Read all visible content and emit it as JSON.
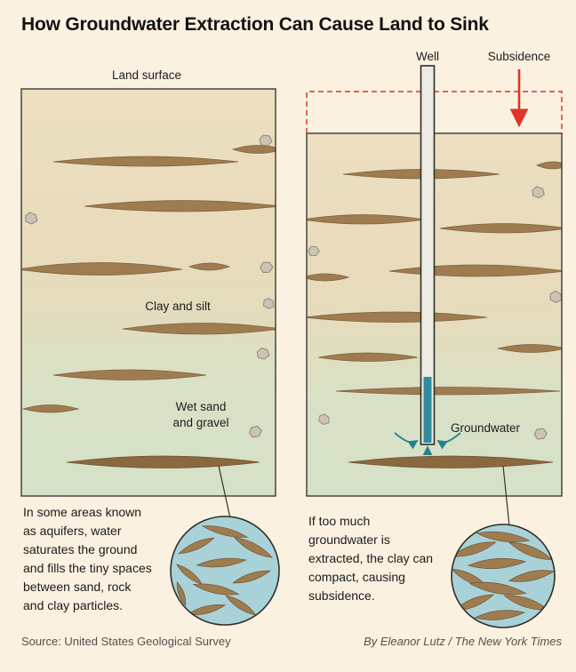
{
  "title": "How Groundwater Extraction Can Cause Land to Sink",
  "colors": {
    "background": "#FAF1E0",
    "subsidence_red": "#E13327",
    "groundwater_teal": "#27818F",
    "clay_brown": "#9E7C50",
    "sand_tan": "#E8DBBB",
    "wet_green": "#D7E1C8",
    "inset_water_blue": "#A9D2D8"
  },
  "panels": {
    "left": {
      "land_surface_label": "Land surface",
      "clay_silt_label": "Clay and silt",
      "wet_sand_lines": [
        "Wet sand",
        "and gravel"
      ],
      "caption": "In some areas known\nas aquifers, water\nsaturates the ground\nand fills the tiny spaces\nbetween sand, rock\nand clay particles."
    },
    "right": {
      "well_label": "Well",
      "subsidence_label": "Subsidence",
      "groundwater_label": "Groundwater",
      "caption": "If too much\ngroundwater is\nextracted, the clay can\ncompact, causing\nsubsidence."
    }
  },
  "footer": {
    "source": "Source: United States Geological Survey",
    "byline": "By Eleanor Lutz / The New York Times"
  }
}
